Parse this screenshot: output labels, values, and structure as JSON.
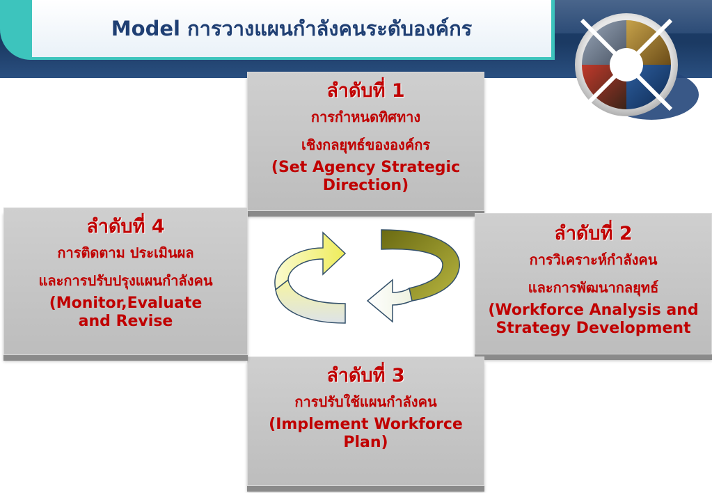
{
  "title": "Model การวางแผนกำลังคนระดับองค์กร",
  "colors": {
    "header_band": "#1c3d68",
    "title_border": "#3dc4bd",
    "title_text": "#1f3f73",
    "box_fill": "#c6c6c6",
    "step_text": "#c00000",
    "arrow_yellow": "#f2f06e",
    "arrow_olive": "#8f8c1e",
    "arrow_outline": "#33506a"
  },
  "icons": {
    "logo": "business-photo-ring-logo",
    "cycle": "circular-arrows-icon"
  },
  "steps": [
    {
      "label": "ลำดับที่ 1",
      "thai_lines": [
        "การกำหนดทิศทาง",
        "เชิงกลยุทธ์ขององค์กร"
      ],
      "english_lines": [
        "(Set Agency Strategic",
        "Direction)"
      ]
    },
    {
      "label": "ลำดับที่ 2",
      "thai_lines": [
        "การวิเคราะห์กำลังคน",
        "และการพัฒนากลยุทธ์"
      ],
      "english_lines": [
        "(Workforce Analysis and",
        "Strategy Development"
      ]
    },
    {
      "label": "ลำดับที่ 3",
      "thai_lines": [
        "การปรับใช้แผนกำลังคน"
      ],
      "english_lines": [
        "(Implement Workforce",
        "Plan)"
      ]
    },
    {
      "label": "ลำดับที่ 4",
      "thai_lines": [
        "การติดตาม ประเมินผล",
        "และการปรับปรุงแผนกำลังคน"
      ],
      "english_lines": [
        "(Monitor,Evaluate",
        "and Revise"
      ]
    }
  ]
}
